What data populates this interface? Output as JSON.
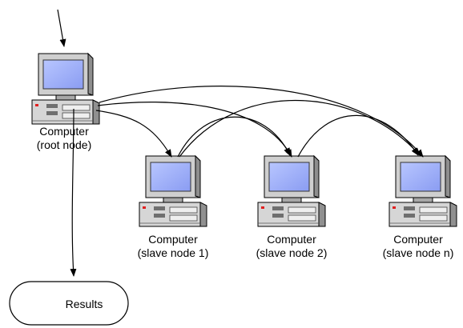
{
  "nodes": {
    "root": {
      "line1": "Computer",
      "line2": "(root node)"
    },
    "slave1": {
      "line1": "Computer",
      "line2": "(slave node 1)"
    },
    "slave2": {
      "line1": "Computer",
      "line2": "(slave node 2)"
    },
    "slaven": {
      "line1": "Computer",
      "line2": "(slave node n)"
    }
  },
  "results": {
    "label": "Results"
  },
  "icons": {
    "computer": "computer-icon"
  },
  "colors": {
    "screen": "#9db0ff",
    "case": "#d9d9d9",
    "case_dark": "#8c8c8c",
    "outline": "#000000",
    "led": "#e02020"
  }
}
